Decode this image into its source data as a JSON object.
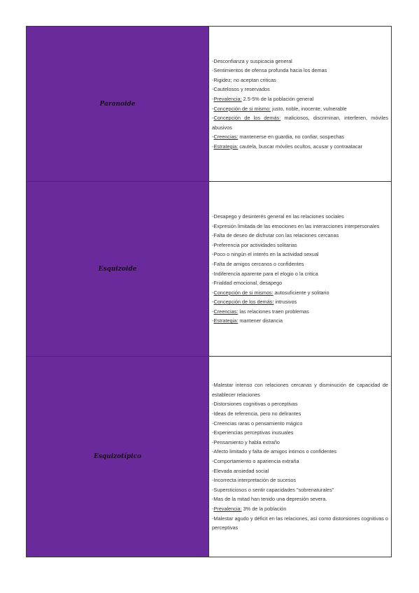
{
  "rows": [
    {
      "label": "Paranoide",
      "items": [
        {
          "key": "",
          "text": "-Desconfianza y suspicacia general"
        },
        {
          "key": "",
          "text": "-Sentimientos de ofensa profunda hacia los demas"
        },
        {
          "key": "",
          "text": "-Rigidez; no aceptan criticas"
        },
        {
          "key": "",
          "text": "-Cautelosos y reservados"
        },
        {
          "key": "Prevalencia:",
          "text": " 2.5-5% de la población general"
        },
        {
          "key": "Concepción de si mismo:",
          "text": " justo, noble, inocente, vulnerable"
        },
        {
          "key": "Concepción de los demás:",
          "text": " maliciosos, discriminan, interferen, móviles abusivos"
        },
        {
          "key": "Creencias:",
          "text": " mantenerse en guardia, no confiar, sospechas"
        },
        {
          "key": "Estrategia:",
          "text": " cautela, buscar móviles ocultos, acusar y contraatacar"
        }
      ]
    },
    {
      "label": "Esquizoide",
      "items": [
        {
          "key": "",
          "text": "-Desapego y desinterés general en las relaciones sociales"
        },
        {
          "key": "",
          "text": "-Expresión limitada de las emociones en las interacciones interpersonales"
        },
        {
          "key": "",
          "text": "-Falta de deseo de disfrutar con las relaciones cercanas"
        },
        {
          "key": "",
          "text": "-Preferencia por actividades solitarias"
        },
        {
          "key": "",
          "text": "-Poco o ningún el interés en la actividad sexual"
        },
        {
          "key": "",
          "text": "-Falta de amigos cercanos o confidentes"
        },
        {
          "key": "",
          "text": "-Indiferencia aparente para el elogio o la critica"
        },
        {
          "key": "",
          "text": "-Frialdad emocional, desapego"
        },
        {
          "key": "Concepción de si mismos:",
          "text": " autosuficiente y solitario"
        },
        {
          "key": "Concepción de los demás:",
          "text": " intrusivos"
        },
        {
          "key": "Creencias:",
          "text": " las relaciones traen problemas"
        },
        {
          "key": "Estrategia:",
          "text": " mantener distancia"
        }
      ]
    },
    {
      "label": "Esquizotípico",
      "items": [
        {
          "key": "",
          "text": "-Malestar intenso con relaciones cercanas y disminución de capacidad de establecer relaciones"
        },
        {
          "key": "",
          "text": "-Distorsiones cognitivas o perceptivas"
        },
        {
          "key": "",
          "text": "-Ideas de referencia, pero no delirantes"
        },
        {
          "key": "",
          "text": "-Creencias raras o pensamiento mágico"
        },
        {
          "key": "",
          "text": "-Experiencias perceptivas inusuales"
        },
        {
          "key": "",
          "text": "-Pensamiento y habla extraño"
        },
        {
          "key": "",
          "text": "-Afecto limitado y falta de amigos intimos o confidentes"
        },
        {
          "key": "",
          "text": "-Comportamiento o apariencia extraña"
        },
        {
          "key": "",
          "text": "-Elevada ansiedad social"
        },
        {
          "key": "",
          "text": "-Incorrecta interpretación de sucesos"
        },
        {
          "key": "",
          "text": "-Supersticiosos o sentir capacidades \"sobrenaturales\""
        },
        {
          "key": "",
          "text": "-Mas de la mitad han tenido una depresión severa."
        },
        {
          "key": "Prevalencia:",
          "text": " 3% de la población"
        },
        {
          "key": "",
          "text": "-Malestar agudo y déficit en las relaciones, así como distorsiones cognitivas o perceptivas"
        }
      ]
    }
  ]
}
